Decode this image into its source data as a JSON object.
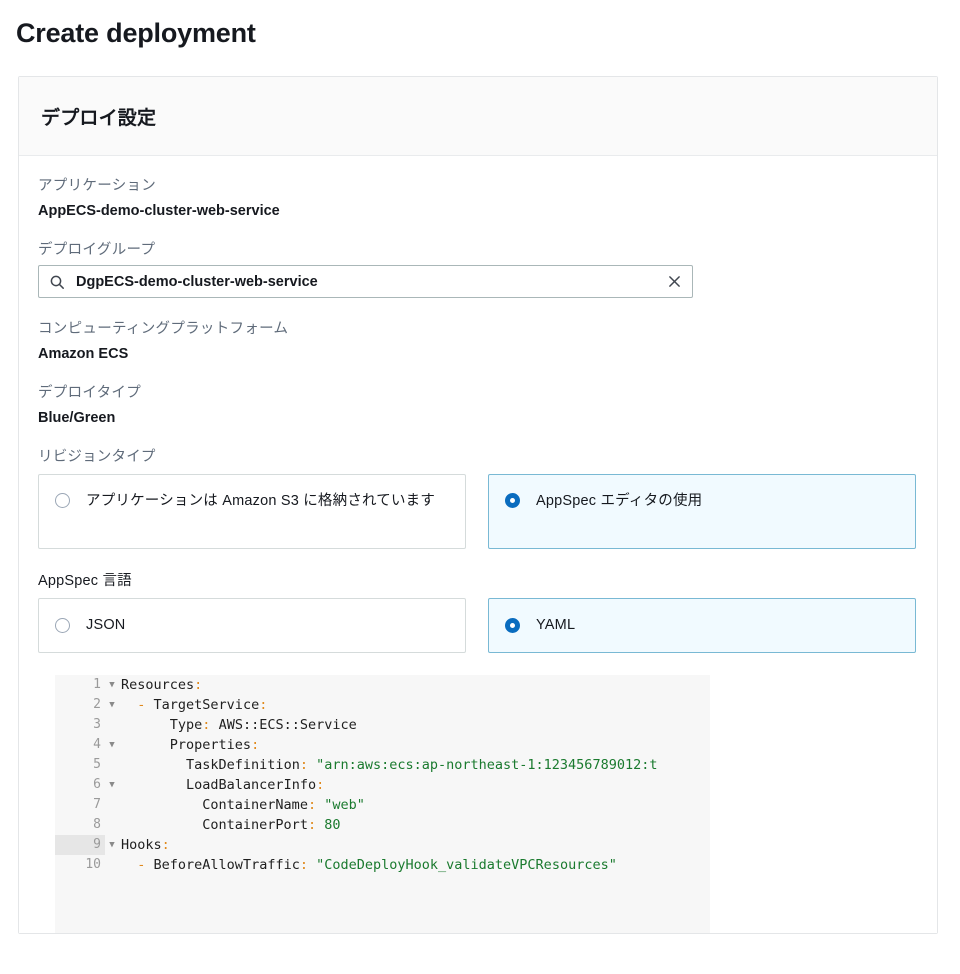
{
  "page": {
    "title": "Create deployment"
  },
  "panel": {
    "header_title": "デプロイ設定",
    "fields": {
      "application": {
        "label": "アプリケーション",
        "value": "AppECS-demo-cluster-web-service"
      },
      "deployment_group": {
        "label": "デプロイグループ",
        "value": "DgpECS-demo-cluster-web-service",
        "search_icon": "search-icon",
        "clear_icon": "close-icon"
      },
      "compute_platform": {
        "label": "コンピューティングプラットフォーム",
        "value": "Amazon ECS"
      },
      "deployment_type": {
        "label": "デプロイタイプ",
        "value": "Blue/Green"
      }
    },
    "revision_type": {
      "label": "リビジョンタイプ",
      "options": [
        {
          "label": "アプリケーションは Amazon S3 に格納されています",
          "selected": false
        },
        {
          "label": "AppSpec エディタの使用",
          "selected": true
        }
      ]
    },
    "appspec_language": {
      "label": "AppSpec 言語",
      "options": [
        {
          "label": "JSON",
          "selected": false
        },
        {
          "label": "YAML",
          "selected": true
        }
      ]
    }
  },
  "editor": {
    "active_line": 9,
    "lines": [
      {
        "number": "1",
        "fold": true,
        "tokens": [
          {
            "t": "Resources",
            "c": "key"
          },
          {
            "t": ":",
            "c": "punct"
          }
        ]
      },
      {
        "number": "2",
        "fold": true,
        "tokens": [
          {
            "t": "  ",
            "c": "plain"
          },
          {
            "t": "-",
            "c": "dash"
          },
          {
            "t": " TargetService",
            "c": "key"
          },
          {
            "t": ":",
            "c": "punct"
          }
        ]
      },
      {
        "number": "3",
        "fold": false,
        "tokens": [
          {
            "t": "      ",
            "c": "plain"
          },
          {
            "t": "Type",
            "c": "key"
          },
          {
            "t": ":",
            "c": "punct"
          },
          {
            "t": " AWS::ECS::Service",
            "c": "plain"
          }
        ]
      },
      {
        "number": "4",
        "fold": true,
        "tokens": [
          {
            "t": "      ",
            "c": "plain"
          },
          {
            "t": "Properties",
            "c": "key"
          },
          {
            "t": ":",
            "c": "punct"
          }
        ]
      },
      {
        "number": "5",
        "fold": false,
        "tokens": [
          {
            "t": "        ",
            "c": "plain"
          },
          {
            "t": "TaskDefinition",
            "c": "key"
          },
          {
            "t": ":",
            "c": "punct"
          },
          {
            "t": " \"arn:aws:ecs:ap-northeast-1:123456789012:t",
            "c": "str"
          }
        ]
      },
      {
        "number": "6",
        "fold": true,
        "tokens": [
          {
            "t": "        ",
            "c": "plain"
          },
          {
            "t": "LoadBalancerInfo",
            "c": "key"
          },
          {
            "t": ":",
            "c": "punct"
          }
        ]
      },
      {
        "number": "7",
        "fold": false,
        "tokens": [
          {
            "t": "          ",
            "c": "plain"
          },
          {
            "t": "ContainerName",
            "c": "key"
          },
          {
            "t": ":",
            "c": "punct"
          },
          {
            "t": " \"web\"",
            "c": "str"
          }
        ]
      },
      {
        "number": "8",
        "fold": false,
        "tokens": [
          {
            "t": "          ",
            "c": "plain"
          },
          {
            "t": "ContainerPort",
            "c": "key"
          },
          {
            "t": ":",
            "c": "punct"
          },
          {
            "t": " 80",
            "c": "num"
          }
        ]
      },
      {
        "number": "9",
        "fold": true,
        "tokens": [
          {
            "t": "Hooks",
            "c": "key"
          },
          {
            "t": ":",
            "c": "punct"
          }
        ]
      },
      {
        "number": "10",
        "fold": false,
        "tokens": [
          {
            "t": "  ",
            "c": "plain"
          },
          {
            "t": "-",
            "c": "dash"
          },
          {
            "t": " BeforeAllowTraffic",
            "c": "key"
          },
          {
            "t": ":",
            "c": "punct"
          },
          {
            "t": " \"CodeDeployHook_validateVPCResources\"",
            "c": "str"
          }
        ]
      }
    ]
  },
  "colors": {
    "accent_blue": "#0a6cbf",
    "selected_tile_bg": "#f1faff",
    "selected_tile_border": "#79b9d4",
    "editor_bg": "#f7f7f7",
    "string_green": "#1a7a2e",
    "punct_orange": "#e08a1e",
    "label_gray": "#5f6b7a"
  }
}
